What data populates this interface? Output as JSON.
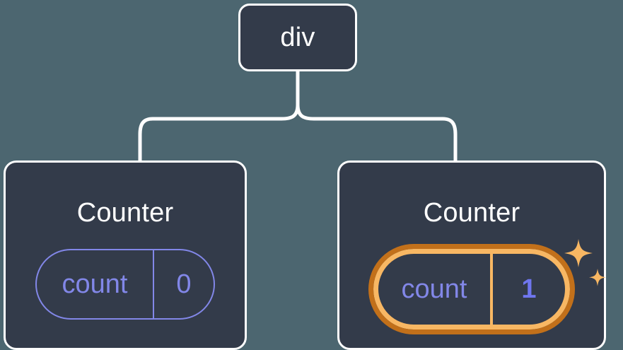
{
  "diagram": {
    "type": "component-tree",
    "background_color": "#4c6670",
    "node_fill_color": "#333b4a",
    "node_border_color": "#ffffff",
    "connector_color": "#ffffff",
    "accent_colors": {
      "state_blue": "#8287e8",
      "state_value_blue": "#6f76ef",
      "highlight_inner_orange": "#f8b763",
      "highlight_outer_orange": "#c2701a",
      "sparkle_orange": "#f8b763"
    }
  },
  "root": {
    "label": "div"
  },
  "children": [
    {
      "id": "counter-left",
      "label": "Counter",
      "state": {
        "key": "count",
        "value": "0"
      },
      "highlighted": false,
      "sparkles": false
    },
    {
      "id": "counter-right",
      "label": "Counter",
      "state": {
        "key": "count",
        "value": "1"
      },
      "highlighted": true,
      "sparkles": true
    }
  ],
  "icons": {
    "sparkle_large": "sparkle-icon",
    "sparkle_small": "sparkle-small-icon"
  }
}
